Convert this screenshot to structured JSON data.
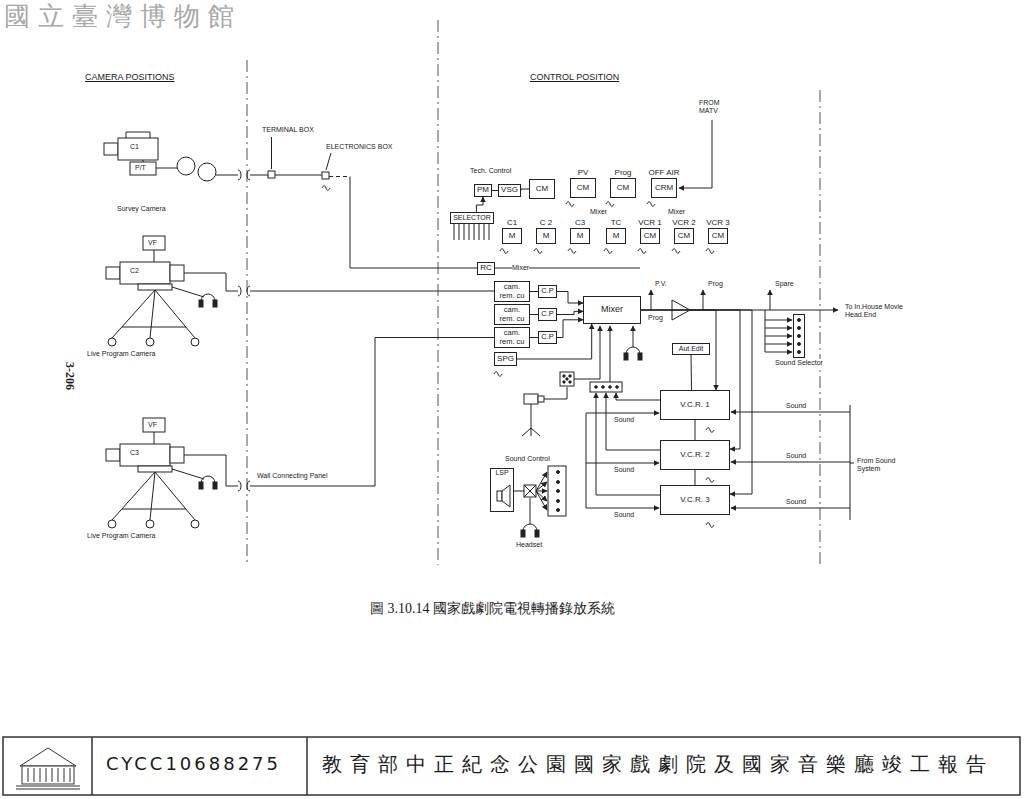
{
  "diagram": {
    "caption": "圖 3.10.14 國家戲劇院電視轉播錄放系統",
    "nodes": [
      {
        "text": [
          "PM"
        ]
      },
      {
        "text": [
          "VSG"
        ]
      },
      {
        "text": [
          "CM"
        ]
      },
      {
        "text": [
          "PV",
          "CM"
        ]
      },
      {
        "text": [
          "Prog",
          "CM"
        ]
      },
      {
        "text": [
          "OFF AIR",
          "CRM"
        ]
      },
      {
        "text": [
          "SELECTOR"
        ]
      },
      {
        "text": [
          "C1",
          "M"
        ]
      },
      {
        "text": [
          "C 2",
          "M"
        ]
      },
      {
        "text": [
          "C3",
          "M"
        ]
      },
      {
        "text": [
          "TC",
          "M"
        ]
      },
      {
        "text": [
          "VCR 1",
          "CM"
        ]
      },
      {
        "text": [
          "VCR 2",
          "CM"
        ]
      },
      {
        "text": [
          "VCR 3",
          "CM"
        ]
      },
      {
        "text": [
          "RC"
        ]
      },
      {
        "text": [
          "cam. rem. cu"
        ]
      },
      {
        "text": [
          "C.P"
        ]
      },
      {
        "text": [
          "cam. rem. cu"
        ]
      },
      {
        "text": [
          "C.P"
        ]
      },
      {
        "text": [
          "cam. rem. cu"
        ]
      },
      {
        "text": [
          "C.P"
        ]
      },
      {
        "text": [
          "SPG"
        ]
      },
      {
        "text": [
          "Mixer"
        ]
      },
      {
        "text": [
          "Sound Selector"
        ]
      },
      {
        "text": [
          "Aut.Edit"
        ]
      },
      {
        "text": [
          "V.C.R. 1"
        ]
      },
      {
        "text": [
          "V.C.R. 2"
        ]
      },
      {
        "text": [
          "V.C.R. 3"
        ]
      },
      {
        "text": [
          "LSP"
        ]
      }
    ],
    "edges": [
      {
        "from": 6,
        "to": 0,
        "arrow": "to"
      },
      {
        "from": 0,
        "to": 1,
        "arrow": "none"
      },
      {
        "from": 1,
        "to": 2,
        "arrow": "none"
      },
      {
        "from": 15,
        "to": 16,
        "arrow": "none"
      },
      {
        "from": 17,
        "to": 18,
        "arrow": "none"
      },
      {
        "from": 19,
        "to": 20,
        "arrow": "none"
      },
      {
        "from": 16,
        "to": 22,
        "arrow": "to"
      },
      {
        "from": 18,
        "to": 22,
        "arrow": "to"
      },
      {
        "from": 20,
        "to": 22,
        "arrow": "to"
      },
      {
        "from": 21,
        "to": 22,
        "arrow": "to"
      },
      {
        "from": 22,
        "to": 25,
        "arrow": "to"
      },
      {
        "from": 22,
        "to": 26,
        "arrow": "to"
      },
      {
        "from": 22,
        "to": 27,
        "arrow": "to"
      },
      {
        "from": 24,
        "to": 25,
        "arrow": "none"
      },
      {
        "from": 25,
        "to": 26,
        "arrow": "none"
      },
      {
        "from": 26,
        "to": 27,
        "arrow": "none"
      }
    ],
    "labels": [
      "國立臺灣博物館",
      "CAMERA POSITIONS",
      "CONTROL POSITION",
      "FROM MATV",
      "TERMINAL BOX",
      "ELECTRONICS BOX",
      "C1",
      "P/T",
      "Survey Camera",
      "VF",
      "C2",
      "Live Program Camera",
      "VF",
      "C3",
      "Live Program Camera",
      "Wall Connecting Panel",
      "3-206",
      "Tech. Control",
      "Mixer",
      "Mixer",
      "Mixer",
      "P.V.",
      "Prog",
      "Spare",
      "Prog",
      "To In.House Movie Head.End",
      "Sound",
      "Sound",
      "Sound",
      "From Sound System",
      "Sound",
      "Sound",
      "Sound",
      "Sound Control",
      "Headset",
      "CYCC10688275",
      "教育部中正紀念公園國家戲劇院及國家音樂廳竣工報告"
    ]
  }
}
